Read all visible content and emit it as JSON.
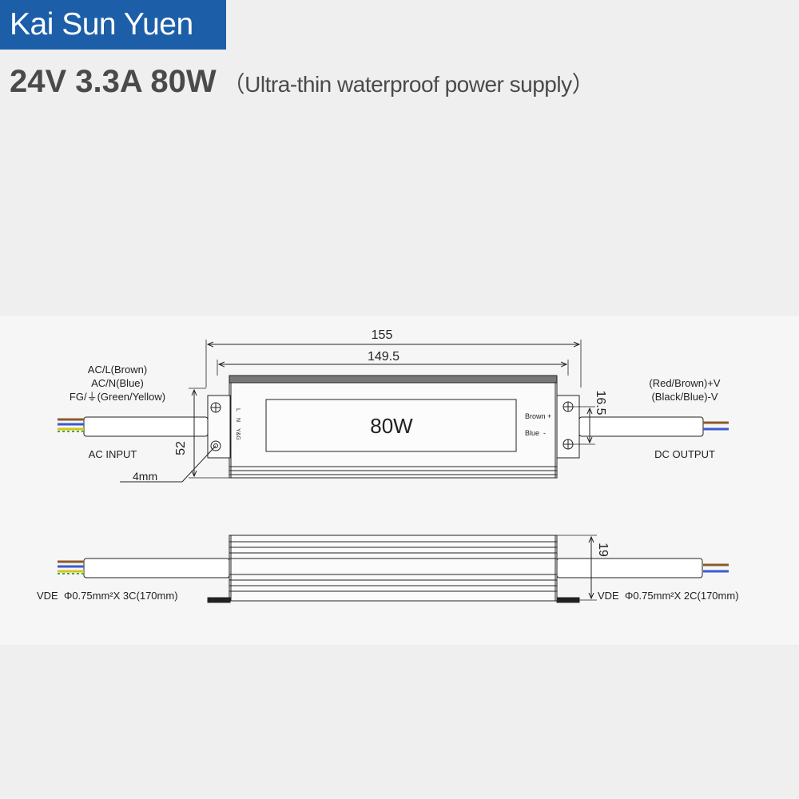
{
  "brand": {
    "name": "Kai Sun Yuen",
    "color": "#1c5ea8"
  },
  "headline": {
    "spec": "24V 3.3A 80W",
    "description": "（Ultra-thin waterproof power supply）"
  },
  "top_view": {
    "dim_overall": "155",
    "dim_body": "149.5",
    "dim_height": "52",
    "dim_hole_spacing": "16.5",
    "hole_diameter": "4mm",
    "label_panel_text": "80W",
    "input_pins": [
      "L",
      "N",
      "Y&G"
    ],
    "output_pins": [
      "Brown +",
      "Blue  -"
    ],
    "ac_wires": [
      "AC/L(Brown)",
      "AC/N(Blue)",
      "FG/⏚(Green/Yellow)"
    ],
    "ac_input_label": "AC INPUT",
    "dc_wires": [
      "(Red/Brown)+V",
      "(Black/Blue)-V"
    ],
    "dc_output_label": "DC OUTPUT"
  },
  "side_view": {
    "dim_thickness": "19",
    "input_cable_spec": "VDE  Φ0.75mm²X 3C(170mm)",
    "output_cable_spec": "VDE  Φ0.75mm²X 2C(170mm)"
  },
  "wire_colors": {
    "brown": "#8b5a2b",
    "blue": "#3a5bd0",
    "yellow": "#d8c31f",
    "green": "#3fae3f"
  }
}
